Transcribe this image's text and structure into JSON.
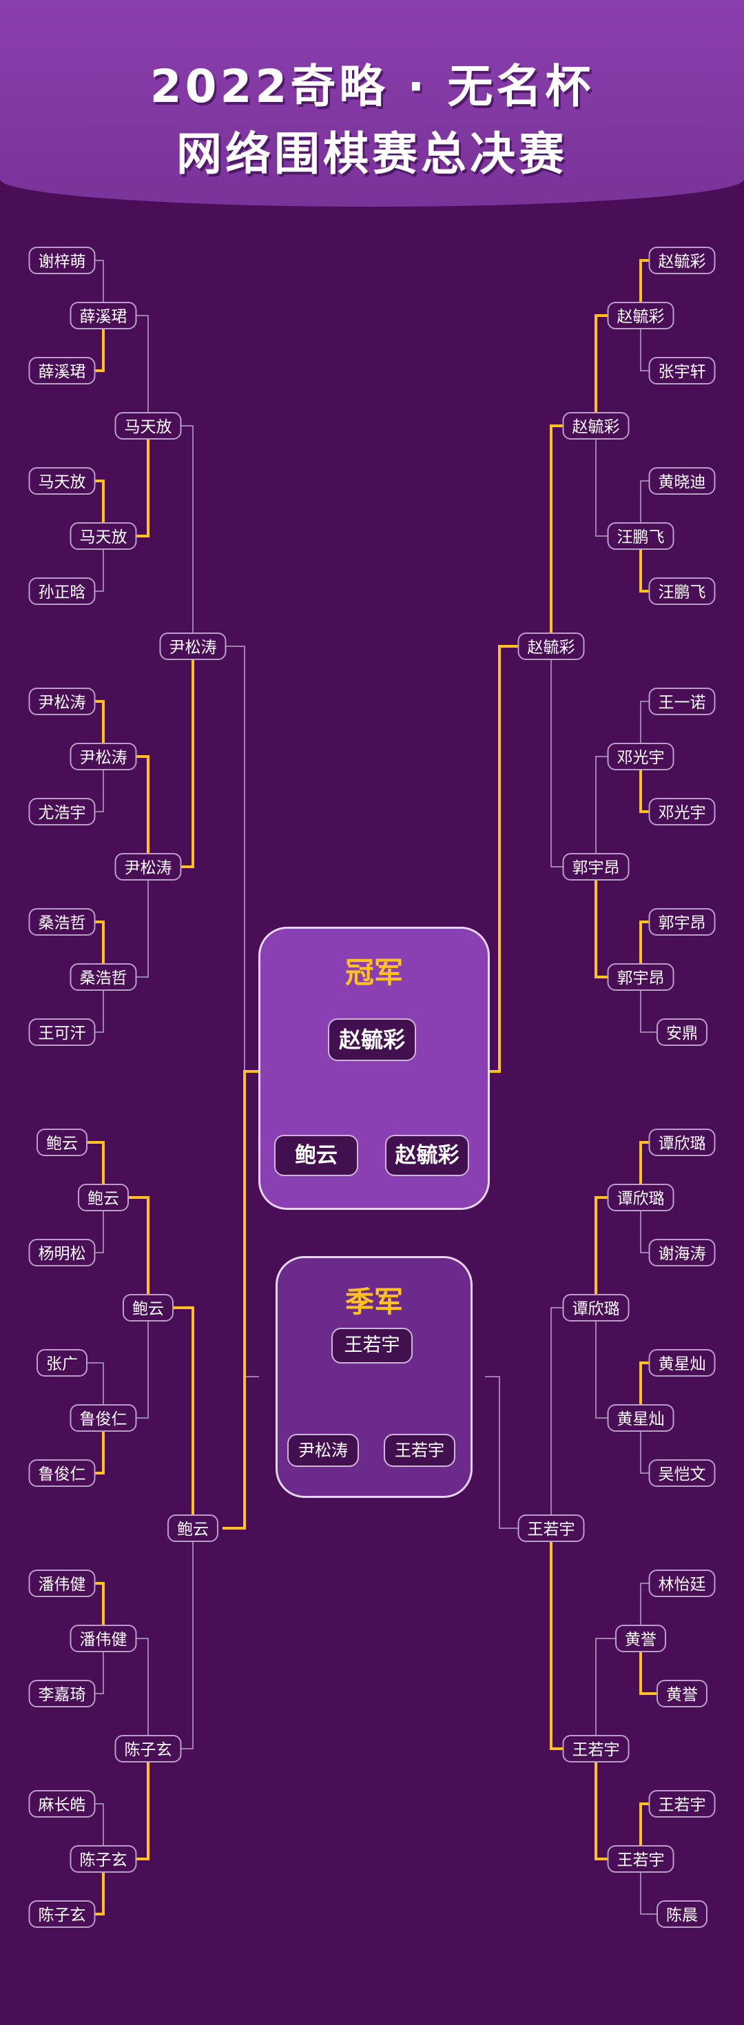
{
  "title": {
    "line1": "2022奇略 · 无名杯",
    "line2": "网络围棋赛总决赛"
  },
  "colors": {
    "background": "#4a0e57",
    "winner_line": "#ffc21e",
    "loser_line": "#9c82ab",
    "champion_box": "#8a3fb2",
    "third_box": "#6c2a8c",
    "title_accent": "#ffc21e"
  },
  "left_bracket": {
    "round1": [
      "谢梓萌",
      "薛溪珺",
      "马天放",
      "孙正晗",
      "尹松涛",
      "尤浩宇",
      "桑浩哲",
      "王可汗",
      "鲍云",
      "杨明松",
      "张广",
      "鲁俊仁",
      "潘伟健",
      "李嘉琦",
      "麻长皓",
      "陈子玄"
    ],
    "round2": [
      "薛溪珺",
      "马天放",
      "尹松涛",
      "桑浩哲",
      "鲍云",
      "鲁俊仁",
      "潘伟健",
      "陈子玄"
    ],
    "round3": [
      "马天放",
      "尹松涛",
      "鲍云",
      "陈子玄"
    ],
    "semifinal": [
      "尹松涛",
      "鲍云"
    ]
  },
  "right_bracket": {
    "round1": [
      "赵毓彩",
      "张宇轩",
      "黄晓迪",
      "汪鹏飞",
      "王一诺",
      "邓光宇",
      "郭宇昂",
      "安鼎",
      "谭欣璐",
      "谢海涛",
      "黄星灿",
      "吴恺文",
      "林怡廷",
      "黄誉",
      "王若宇",
      "陈晨"
    ],
    "round2": [
      "赵毓彩",
      "汪鹏飞",
      "邓光宇",
      "郭宇昂",
      "谭欣璐",
      "黄星灿",
      "黄誉",
      "王若宇"
    ],
    "round3": [
      "赵毓彩",
      "郭宇昂",
      "谭欣璐",
      "王若宇"
    ],
    "semifinal": [
      "赵毓彩",
      "王若宇"
    ]
  },
  "final": {
    "label": "冠军",
    "winner": "赵毓彩",
    "left": "鲍云",
    "right": "赵毓彩"
  },
  "third_place": {
    "label": "季军",
    "winner": "王若宇",
    "left": "尹松涛",
    "right": "王若宇"
  }
}
